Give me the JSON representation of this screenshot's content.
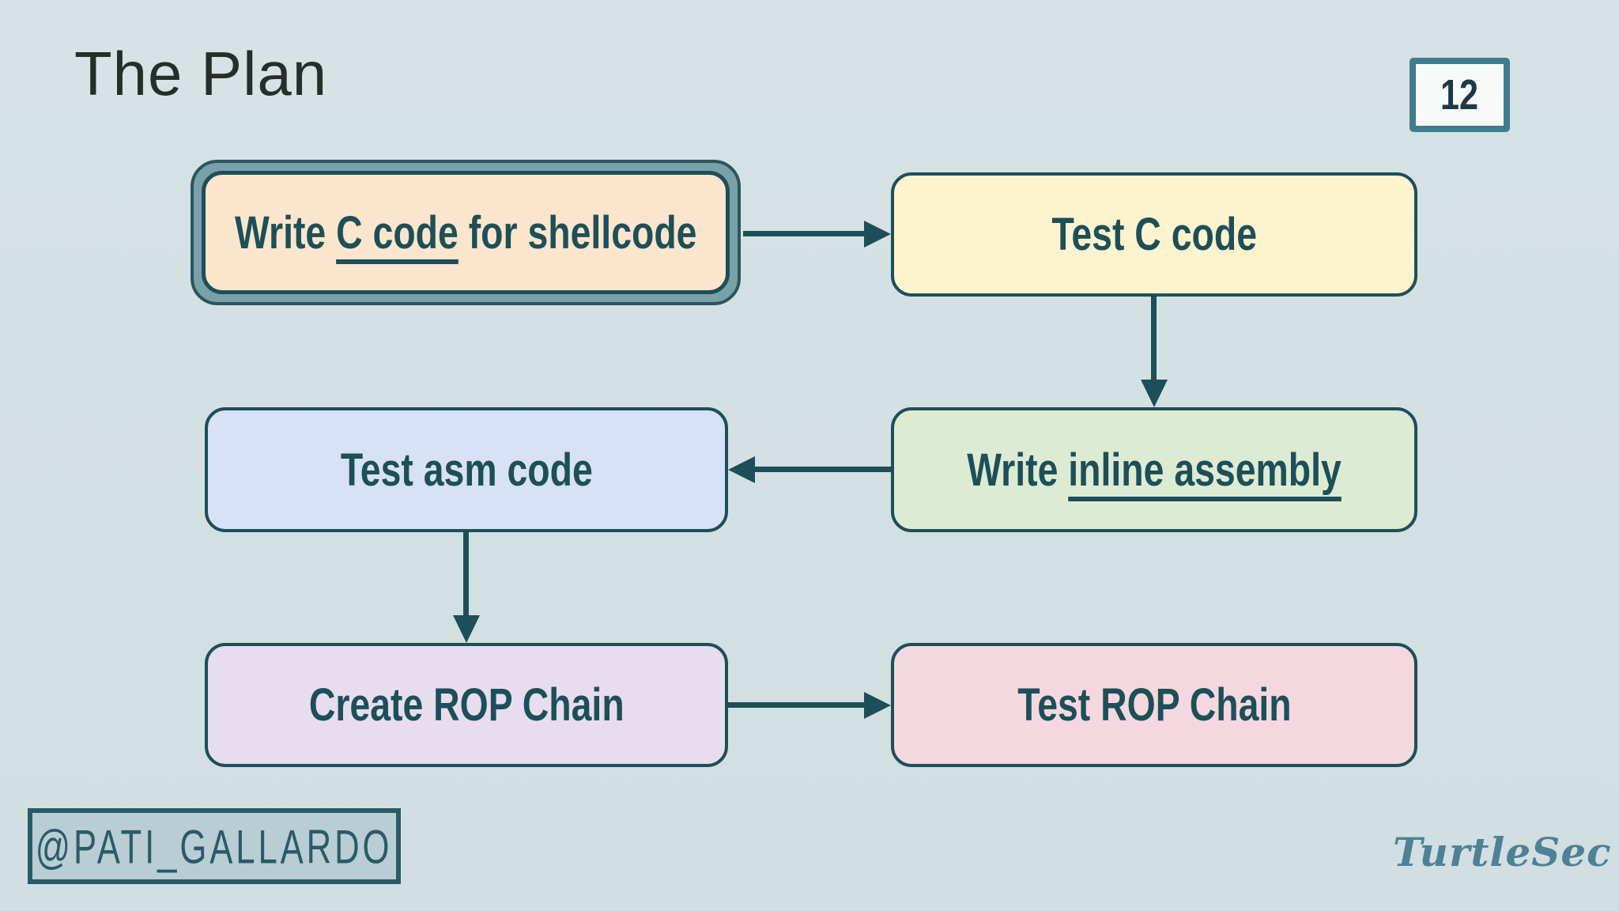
{
  "slide": {
    "title": "The Plan",
    "page_number": "12",
    "handle": "@PATI_GALLARDO",
    "logo_text": "TurtleSec"
  },
  "colors": {
    "background": "#d3e0e3",
    "node_border": "#1d4f58",
    "node_text": "#1d4f58",
    "arrow": "#1d4f58",
    "highlight_ring_band": "#7aa0aa",
    "highlight_ring_outline": "#2c565e",
    "page_badge_border": "#3f7c8e",
    "page_badge_bg": "#f8fafa",
    "handle_box_bg": "#b9ced4",
    "handle_box_border": "#2b5b66",
    "logo_color": "#4e8195",
    "title_color": "#262e29"
  },
  "flowchart": {
    "nodes": [
      {
        "name": "write-c-code-for-shellcode",
        "prefix": "Write ",
        "underlined": "C code",
        "suffix": " for shellcode",
        "fill": "#fce5cd",
        "highlighted": true
      },
      {
        "name": "test-c-code",
        "prefix": "Test C code",
        "underlined": "",
        "suffix": "",
        "fill": "#fdf3cf",
        "highlighted": false
      },
      {
        "name": "test-asm-code",
        "prefix": "Test asm code",
        "underlined": "",
        "suffix": "",
        "fill": "#d7e1f8",
        "highlighted": false
      },
      {
        "name": "write-inline-assembly",
        "prefix": "Write ",
        "underlined": "inline assembly",
        "suffix": "",
        "fill": "#ddebd3",
        "highlighted": false
      },
      {
        "name": "create-rop-chain",
        "prefix": "Create ROP Chain",
        "underlined": "",
        "suffix": "",
        "fill": "#e7ddef",
        "highlighted": false
      },
      {
        "name": "test-rop-chain",
        "prefix": "Test ROP Chain",
        "underlined": "",
        "suffix": "",
        "fill": "#f5d8df",
        "highlighted": false
      }
    ],
    "edges": [
      {
        "from": "write-c-code-for-shellcode",
        "to": "test-c-code",
        "direction": "right"
      },
      {
        "from": "test-c-code",
        "to": "write-inline-assembly",
        "direction": "down"
      },
      {
        "from": "write-inline-assembly",
        "to": "test-asm-code",
        "direction": "left"
      },
      {
        "from": "test-asm-code",
        "to": "create-rop-chain",
        "direction": "down"
      },
      {
        "from": "create-rop-chain",
        "to": "test-rop-chain",
        "direction": "right"
      }
    ]
  }
}
